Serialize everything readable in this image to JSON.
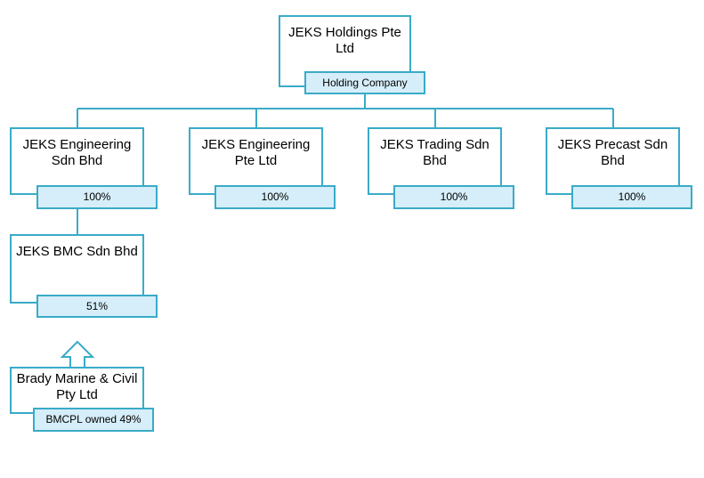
{
  "colors": {
    "border": "#3aabc8",
    "tag_fill": "#d6eef9",
    "background": "#ffffff"
  },
  "root": {
    "name": "JEKS Holdings Pte Ltd",
    "tag": "Holding Company"
  },
  "subsidiaries": [
    {
      "name": "JEKS Engineering Sdn Bhd",
      "tag": "100%"
    },
    {
      "name": "JEKS Engineering Pte Ltd",
      "tag": "100%"
    },
    {
      "name": "JEKS Trading Sdn Bhd",
      "tag": "100%"
    },
    {
      "name": "JEKS Precast Sdn Bhd",
      "tag": "100%"
    }
  ],
  "sub_subsidiary": {
    "name": "JEKS BMC Sdn Bhd",
    "tag": "51%"
  },
  "associate": {
    "name": "Brady Marine & Civil Pty Ltd",
    "tag": "BMCPL owned 49%"
  }
}
